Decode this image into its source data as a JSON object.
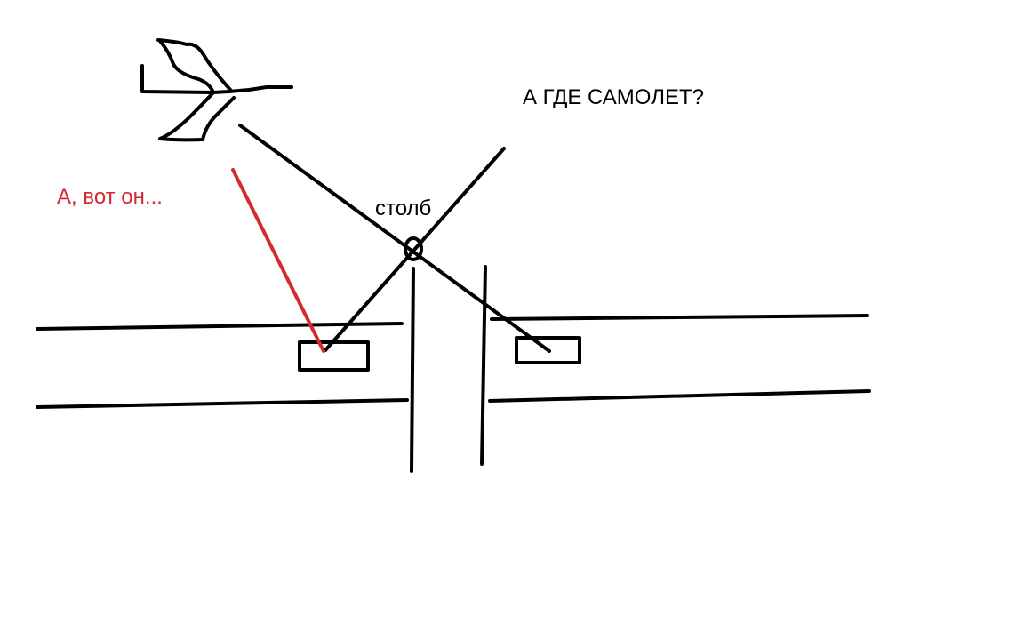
{
  "labels": {
    "question": "А ГДЕ САМОЛЕТ?",
    "answer": "А, вот он...",
    "pole": "столб"
  },
  "colors": {
    "ink": "#000000",
    "highlight": "#d42a2f"
  },
  "icons": [
    "airplane-icon"
  ]
}
